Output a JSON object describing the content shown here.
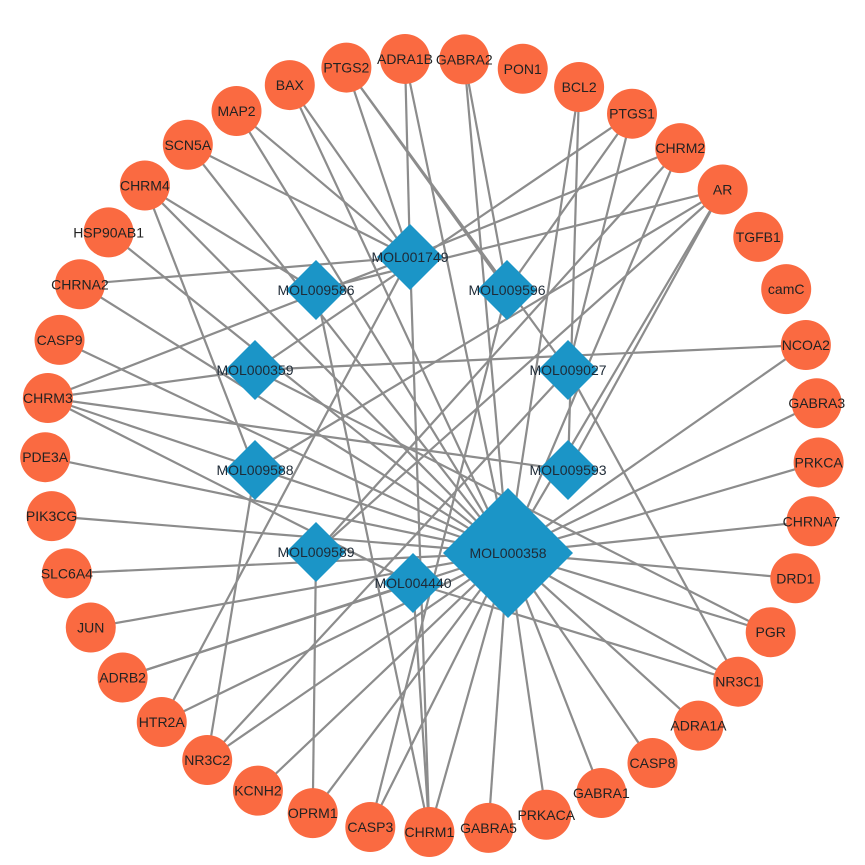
{
  "network": {
    "colors": {
      "target": "#fa6a41",
      "compound": "#1b95c7",
      "edge": "#8c8c8c",
      "background": "#ffffff"
    },
    "targets": [
      "ADRA1B",
      "GABRA2",
      "PON1",
      "BCL2",
      "PTGS1",
      "CHRM2",
      "AR",
      "TGFB1",
      "camC",
      "NCOA2",
      "GABRA3",
      "PRKCA",
      "CHRNA7",
      "DRD1",
      "PGR",
      "NR3C1",
      "ADRA1A",
      "CASP8",
      "GABRA1",
      "PRKACA",
      "GABRA5",
      "CHRM1",
      "CASP3",
      "OPRM1",
      "KCNH2",
      "NR3C2",
      "HTR2A",
      "ADRB2",
      "JUN",
      "SLC6A4",
      "PIK3CG",
      "PDE3A",
      "CHRM3",
      "CASP9",
      "CHRNA2",
      "HSP90AB1",
      "CHRM4",
      "SCN5A",
      "MAP2",
      "BAX",
      "PTGS2"
    ],
    "compounds": [
      "MOL001749",
      "MOL009586",
      "MOL009596",
      "MOL000359",
      "MOL009027",
      "MOL009588",
      "MOL009593",
      "MOL009589",
      "MOL004440",
      "MOL000358"
    ],
    "edges": [
      [
        "MOL000358",
        "ADRA1B"
      ],
      [
        "MOL000358",
        "GABRA2"
      ],
      [
        "MOL000358",
        "BCL2"
      ],
      [
        "MOL000358",
        "CHRM2"
      ],
      [
        "MOL000358",
        "AR"
      ],
      [
        "MOL000358",
        "NCOA2"
      ],
      [
        "MOL000358",
        "GABRA3"
      ],
      [
        "MOL000358",
        "PRKCA"
      ],
      [
        "MOL000358",
        "CHRNA7"
      ],
      [
        "MOL000358",
        "DRD1"
      ],
      [
        "MOL000358",
        "PGR"
      ],
      [
        "MOL000358",
        "NR3C1"
      ],
      [
        "MOL000358",
        "ADRA1A"
      ],
      [
        "MOL000358",
        "CASP8"
      ],
      [
        "MOL000358",
        "GABRA1"
      ],
      [
        "MOL000358",
        "PRKACA"
      ],
      [
        "MOL000358",
        "GABRA5"
      ],
      [
        "MOL000358",
        "CHRM1"
      ],
      [
        "MOL000358",
        "CASP3"
      ],
      [
        "MOL000358",
        "OPRM1"
      ],
      [
        "MOL000358",
        "KCNH2"
      ],
      [
        "MOL000358",
        "NR3C2"
      ],
      [
        "MOL000358",
        "HTR2A"
      ],
      [
        "MOL000358",
        "ADRB2"
      ],
      [
        "MOL000358",
        "JUN"
      ],
      [
        "MOL000358",
        "SLC6A4"
      ],
      [
        "MOL000358",
        "PIK3CG"
      ],
      [
        "MOL000358",
        "PDE3A"
      ],
      [
        "MOL000358",
        "CHRM3"
      ],
      [
        "MOL000358",
        "CASP9"
      ],
      [
        "MOL000358",
        "CHRNA2"
      ],
      [
        "MOL000358",
        "HSP90AB1"
      ],
      [
        "MOL000358",
        "CHRM4"
      ],
      [
        "MOL000358",
        "SCN5A"
      ],
      [
        "MOL000358",
        "MAP2"
      ],
      [
        "MOL000358",
        "BAX"
      ],
      [
        "MOL001749",
        "PTGS2"
      ],
      [
        "MOL001749",
        "BAX"
      ],
      [
        "MOL001749",
        "SCN5A"
      ],
      [
        "MOL001749",
        "MAP2"
      ],
      [
        "MOL001749",
        "ADRA1B"
      ],
      [
        "MOL001749",
        "CHRNA2"
      ],
      [
        "MOL001749",
        "CHRM3"
      ],
      [
        "MOL001749",
        "CHRM1"
      ],
      [
        "MOL001749",
        "HTR2A"
      ],
      [
        "MOL001749",
        "CHRM2"
      ],
      [
        "MOL009586",
        "AR"
      ],
      [
        "MOL009586",
        "CHRM4"
      ],
      [
        "MOL009586",
        "CHRM1"
      ],
      [
        "MOL009596",
        "PTGS1"
      ],
      [
        "MOL009596",
        "GABRA2"
      ],
      [
        "MOL009596",
        "CASP3"
      ],
      [
        "MOL009596",
        "PTGS2"
      ],
      [
        "MOL000359",
        "NCOA2"
      ],
      [
        "MOL000359",
        "CHRM3"
      ],
      [
        "MOL000359",
        "PGR"
      ],
      [
        "MOL000359",
        "PTGS1"
      ],
      [
        "MOL009027",
        "PTGS1"
      ],
      [
        "MOL009027",
        "PTGS2"
      ],
      [
        "MOL009027",
        "NR3C1"
      ],
      [
        "MOL009027",
        "NR3C2"
      ],
      [
        "MOL009588",
        "CHRM4"
      ],
      [
        "MOL009588",
        "NR3C2"
      ],
      [
        "MOL009588",
        "AR"
      ],
      [
        "MOL009593",
        "BCL2"
      ],
      [
        "MOL009593",
        "CHRM3"
      ],
      [
        "MOL009593",
        "AR"
      ],
      [
        "MOL009589",
        "OPRM1"
      ],
      [
        "MOL009589",
        "AR"
      ],
      [
        "MOL009589",
        "CHRM2"
      ],
      [
        "MOL004440",
        "CHRM1"
      ],
      [
        "MOL004440",
        "ADRB2"
      ],
      [
        "MOL004440",
        "CHRM3"
      ],
      [
        "MOL004440",
        "NR3C1"
      ]
    ]
  }
}
